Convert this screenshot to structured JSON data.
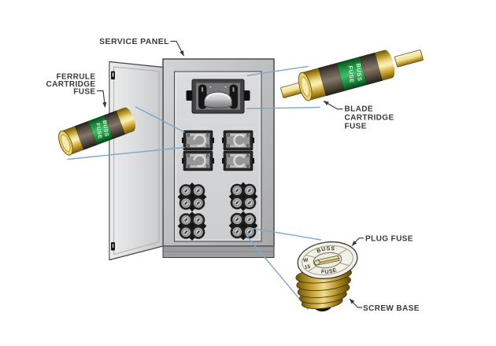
{
  "figure": {
    "type": "labeled-diagram",
    "subject": "electrical service panel and fuse types",
    "labels": {
      "service_panel": "SERVICE PANEL",
      "ferrule": [
        "FERRULE",
        "CARTRIDGE",
        "FUSE"
      ],
      "blade": [
        "BLADE",
        "CARTRIDGE",
        "FUSE"
      ],
      "plug_fuse": "PLUG FUSE",
      "screw_base": "SCREW BASE"
    },
    "markings": {
      "cartridge_brand": "BUSS",
      "cartridge_type": "FUSE",
      "plug_brand": "BUSS",
      "plug_type": "FUSE",
      "plug_rating_letter": "W",
      "plug_rating_value": "15"
    },
    "colors": {
      "leader_blue": "#7ea9c4",
      "label_ink": "#3a3a3a",
      "band_green": "#2f9e4e",
      "brass_gold": "#d9b23a",
      "panel_gray": "#c0c1c3",
      "door_gray": "#dcdddf"
    }
  }
}
